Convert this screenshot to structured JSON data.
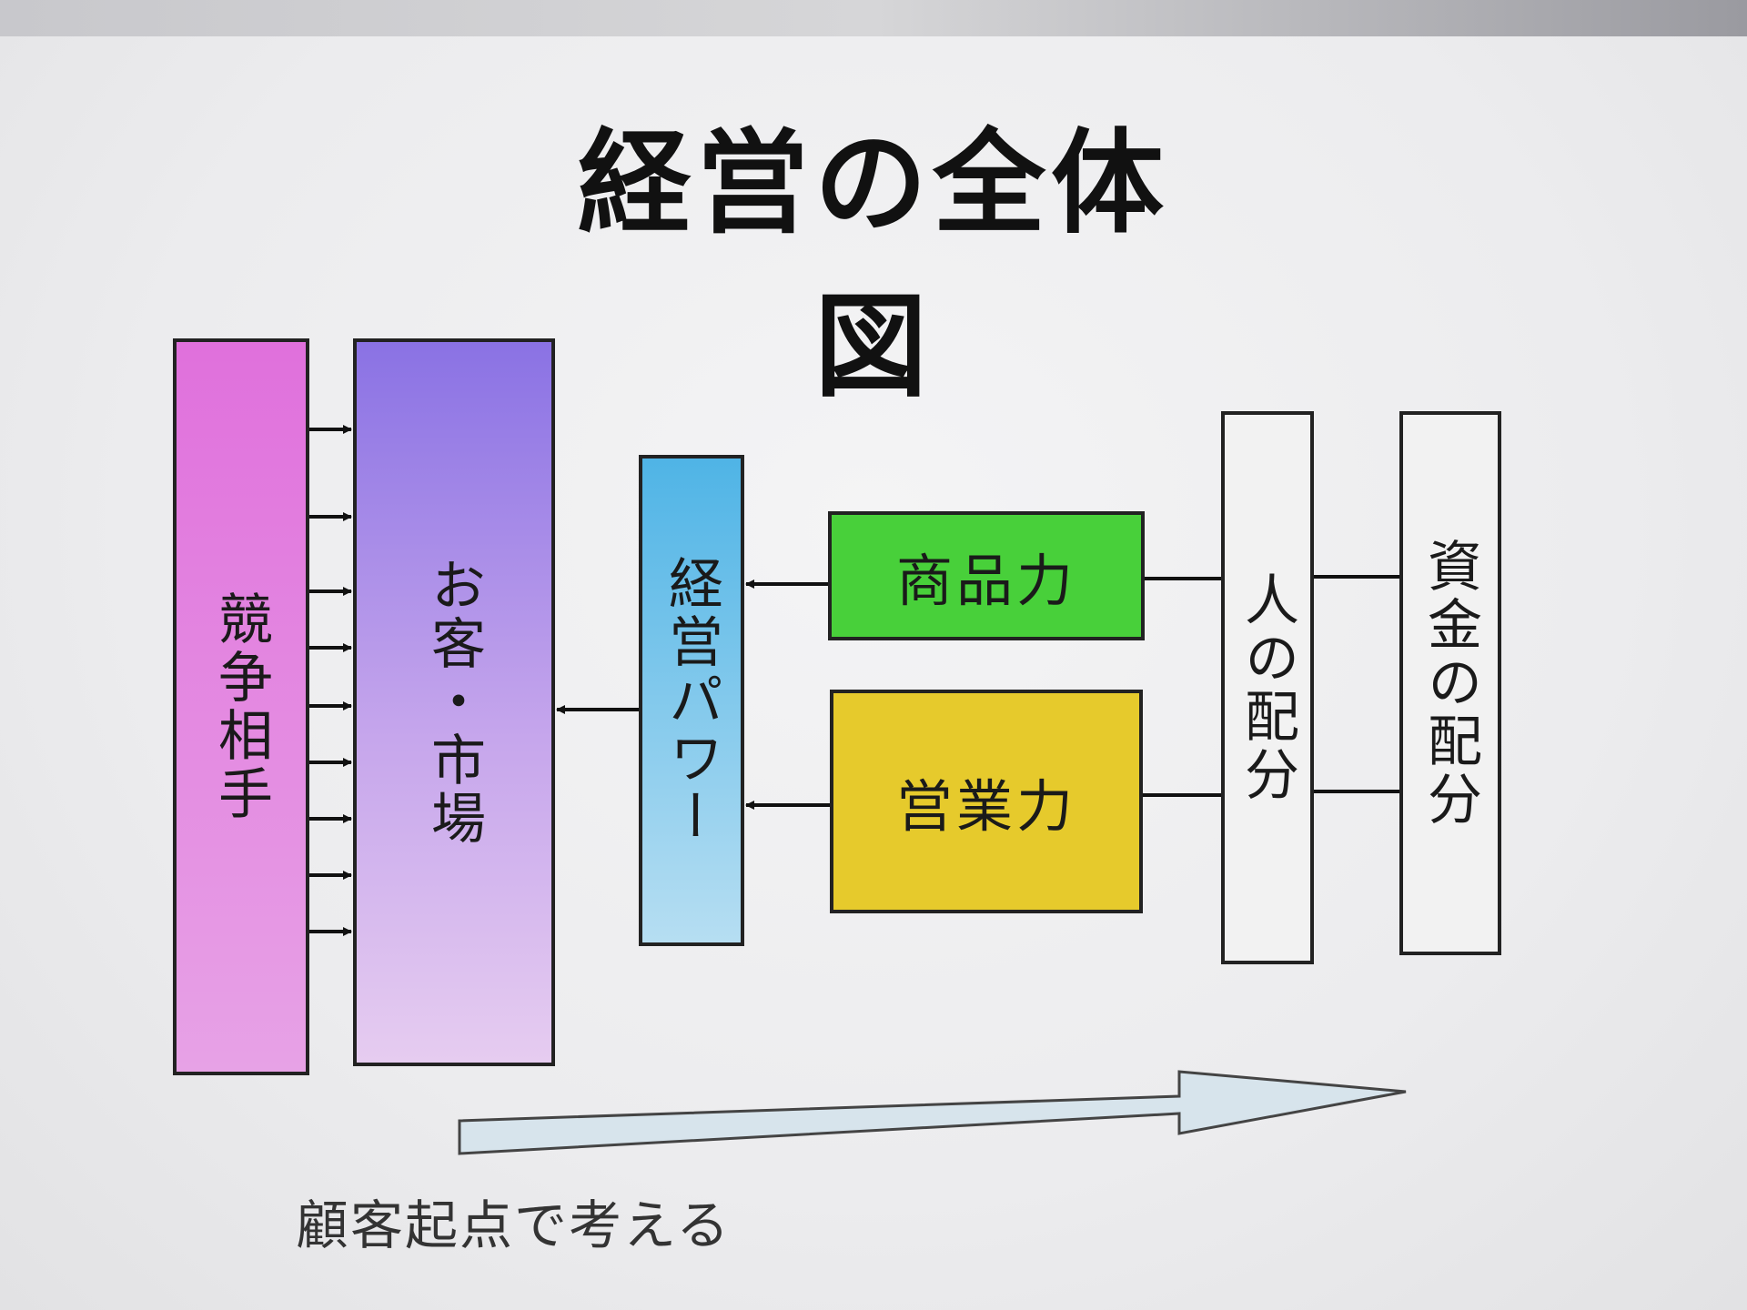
{
  "title": "経営の全体図",
  "boxes": {
    "competitor": "競争相手",
    "market": "お客・市場",
    "management_power": "経営パワー",
    "product_power": "商品力",
    "sales_power": "営業力",
    "people_allocation": "人の配分",
    "capital_allocation": "資金の配分"
  },
  "caption": "顧客起点で考える",
  "colors": {
    "competitor": "#e070dc",
    "market": "#8a72e4",
    "management_power": "#4fb4e6",
    "product_power": "#48d03a",
    "sales_power": "#e6ca2c"
  }
}
